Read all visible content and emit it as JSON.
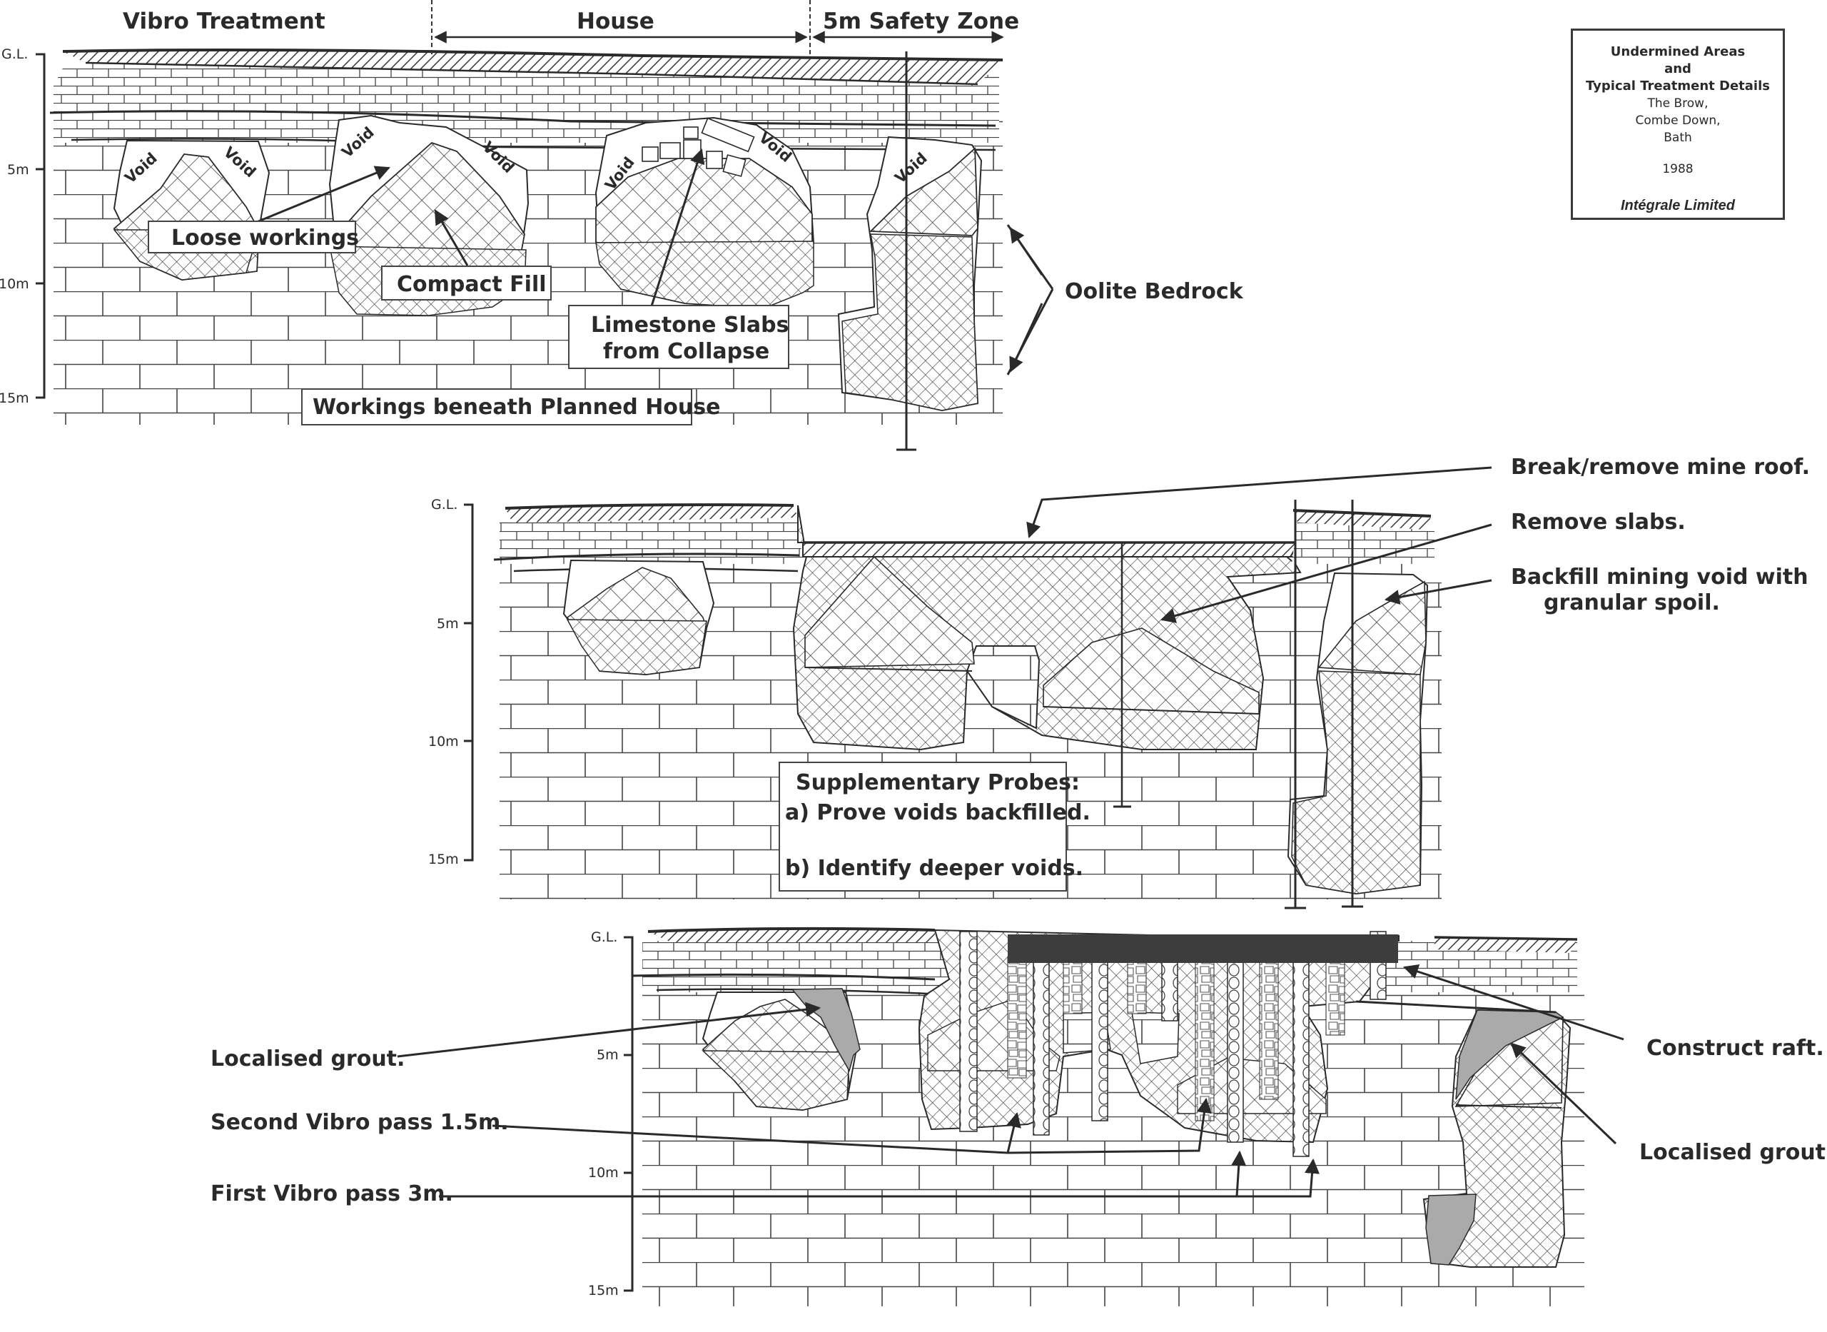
{
  "title_block": {
    "line1": "Undermined Areas",
    "line2": "and",
    "line3": "Typical Treatment Details",
    "location1": "The Brow,",
    "location2": "Combe Down,",
    "location3": "Bath",
    "year": "1988",
    "company": "Intégrale Limited"
  },
  "colors": {
    "ink": "#2a2a2a",
    "grout": "#aaaaaa",
    "raft": "#3d3d3d",
    "background": "#ffffff"
  },
  "depth_scale": {
    "ground_level": "G.L.",
    "ticks": [
      "5m",
      "10m",
      "15m"
    ]
  },
  "panel_1": {
    "zones": {
      "vibro": "Vibro Treatment",
      "house": "House",
      "safety": "5m Safety Zone"
    },
    "void_label": "Void",
    "labels": {
      "loose_workings": "Loose workings",
      "compact_fill": "Compact Fill",
      "slabs_line1": "Limestone Slabs",
      "slabs_line2": "from Collapse",
      "oolite": "Oolite Bedrock",
      "workings": "Workings beneath Planned House"
    }
  },
  "panel_2": {
    "labels": {
      "break_roof": "Break/remove mine roof.",
      "remove_slabs": "Remove slabs.",
      "backfill_line1": "Backfill mining void with",
      "backfill_line2": "granular spoil."
    },
    "probes": {
      "heading": "Supplementary Probes:",
      "item_a": "a) Prove voids backfilled.",
      "item_b": "b) Identify deeper voids."
    }
  },
  "panel_3": {
    "labels": {
      "grout_left": "Localised grout.",
      "second_pass": "Second Vibro pass 1.5m.",
      "first_pass": "First Vibro pass 3m.",
      "raft": "Construct raft.",
      "grout_right": "Localised grout."
    }
  }
}
